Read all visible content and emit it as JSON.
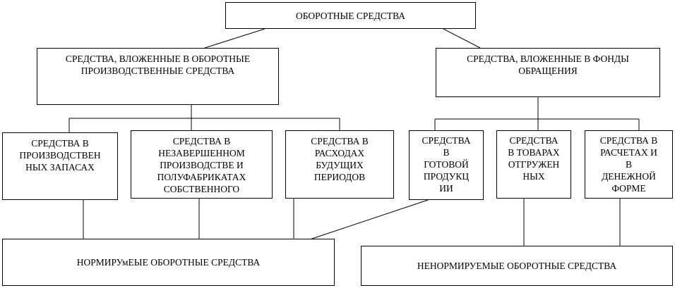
{
  "diagram": {
    "root": {
      "label": "ОБОРОТНЫЕ СРЕДСТВА"
    },
    "branches": [
      {
        "label": "СРЕДСТВА, ВЛОЖЕННЫЕ В ОБОРОТНЫЕ\nПРОИЗВОДСТВЕННЫЕ СРЕДСТВА"
      },
      {
        "label": "СРЕДСТВА, ВЛОЖЕННЫЕ В ФОНДЫ\nОБРАЩЕНИЯ"
      }
    ],
    "leaves": [
      {
        "label": "СРЕДСТВА В\nПРОИЗВОДСТВЕН\nНЫХ ЗАПАСАХ"
      },
      {
        "label": "СРЕДСТВА В\nНЕЗАВЕРШЕННОМ\nПРОИЗВОДСТВЕ И\nПОЛУФАБРИКАТАХ\nСОБСТВЕННОГО"
      },
      {
        "label": "СРЕДСТВА В\nРАСХОДАХ\nБУДУЩИХ\nПЕРИОДОВ"
      },
      {
        "label": "СРЕДСТВА\nВ\nГОТОВОЙ\nПРОДУКЦ\nИИ"
      },
      {
        "label": "СРЕДСТВА\nВ ТОВАРАХ\nОТГРУЖЕН\nНЫХ"
      },
      {
        "label": "СРЕДСТВА В\nРАСЧЕТАХ И\nВ\nДЕНЕЖНОЙ\nФОРМЕ"
      }
    ],
    "groups": [
      {
        "label": "НОРМИРУмЕЫЕ ОБОРОТНЫЕ СРЕДСТВА"
      },
      {
        "label": "НЕНОРМИРУЕМЫЕ ОБОРОТНЫЕ СРЕДСТВА"
      }
    ]
  },
  "colors": {
    "line": "#000000",
    "box_border": "#000000",
    "background": "#ffffff"
  }
}
